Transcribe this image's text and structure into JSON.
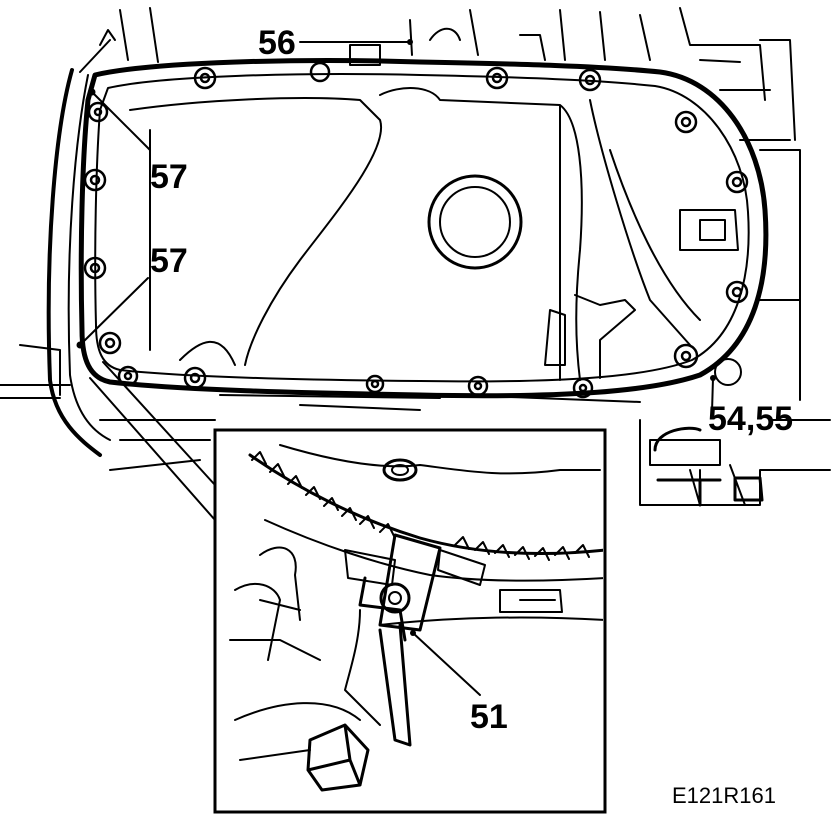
{
  "callouts": {
    "c56": "56",
    "c57_top": "57",
    "c57_mid": "57",
    "c5455": "54,55",
    "c51": "51"
  },
  "figure_code": "E121R161",
  "colors": {
    "ink": "#000000",
    "paper": "#ffffff"
  }
}
